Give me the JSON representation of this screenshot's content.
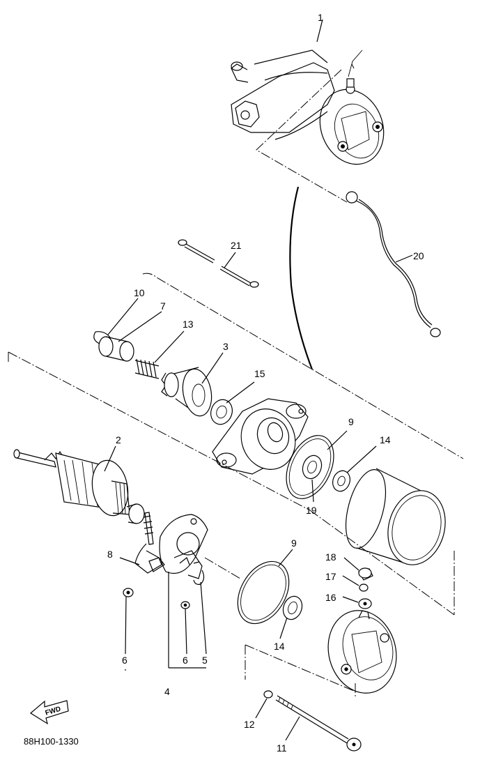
{
  "diagram": {
    "drawing_number": "88H100-1330",
    "direction_label": "FWD",
    "callouts": {
      "n1": "1",
      "n2": "2",
      "n3": "3",
      "n4": "4",
      "n5": "5",
      "n6a": "6",
      "n6b": "6",
      "n7": "7",
      "n8": "8",
      "n9a": "9",
      "n9b": "9",
      "n10": "10",
      "n11": "11",
      "n12": "12",
      "n13": "13",
      "n14a": "14",
      "n14b": "14",
      "n15": "15",
      "n16": "16",
      "n17": "17",
      "n18": "18",
      "n19": "19",
      "n20": "20",
      "n21": "21"
    }
  }
}
